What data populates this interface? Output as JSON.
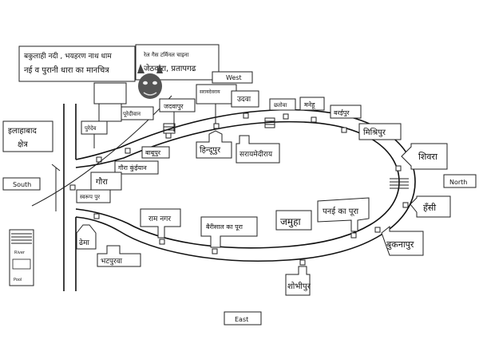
{
  "title": {
    "line1": "बकुलाही नदी , भयहरण नाथ धाम",
    "line2": "नई व पुरानी धारा का मानचित्र"
  },
  "header_box": {
    "line1": "रेल गैस टर्मिनल चाइना",
    "line2": "जेठवारा, प्रतापगढ"
  },
  "directions": {
    "west": "West",
    "south": "South",
    "north": "North",
    "east": "East"
  },
  "district": {
    "line1": "इलाहाबाद",
    "line2": "क्षेत्र"
  },
  "legend": {
    "river": "River",
    "pool": "Pool"
  },
  "labels": {
    "purey_dev": "पुरेदेव",
    "purey_diwan": "पूरेदीवान",
    "jadwapur": "जदवापुर",
    "saraiyadeeray": "सरायदेवराय",
    "udwa": "उदवा",
    "chhatoa": "छतोवा",
    "manehu": "मनेहू",
    "baraiipur": "बरईपुर",
    "mishirpur": "मिश्रिपुर",
    "shivra": "शिवरा",
    "hindupur": "हिन्दूपुर",
    "saraymedirai": "सरायमेदीराय",
    "babupur": "बाबूपुर",
    "gaura_kuinyan": "गौरा कुंईयान",
    "gaura": "गौरा",
    "swarup_pur": "स्वरूप पुर",
    "ram_nagar": "राम नगर",
    "baisaal": "बैरीसाल का पूरा",
    "jamuha": "जमुहा",
    "panai": "पनई का पूरा",
    "hansi": "हँसी",
    "bukanapur": "बुकनापुर",
    "dhema": "ढेमा",
    "bhatpurwa": "भटपुरवा",
    "shobhipur": "शोभीपुर"
  }
}
